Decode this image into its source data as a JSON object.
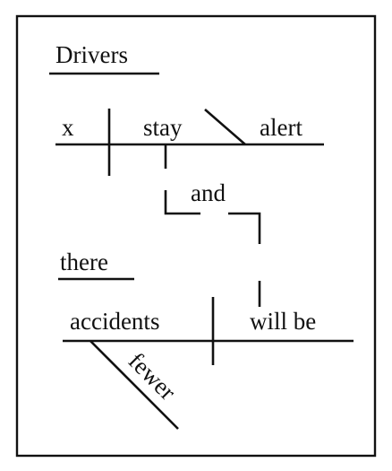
{
  "diagram": {
    "type": "sentence-diagram",
    "clause_1": {
      "subject": "Drivers",
      "implied_subject": "x",
      "verb": "stay",
      "complement": "alert"
    },
    "conjunction": "and",
    "clause_2": {
      "expletive": "there",
      "subject": "accidents",
      "verb": "will be",
      "modifier": "fewer"
    }
  }
}
